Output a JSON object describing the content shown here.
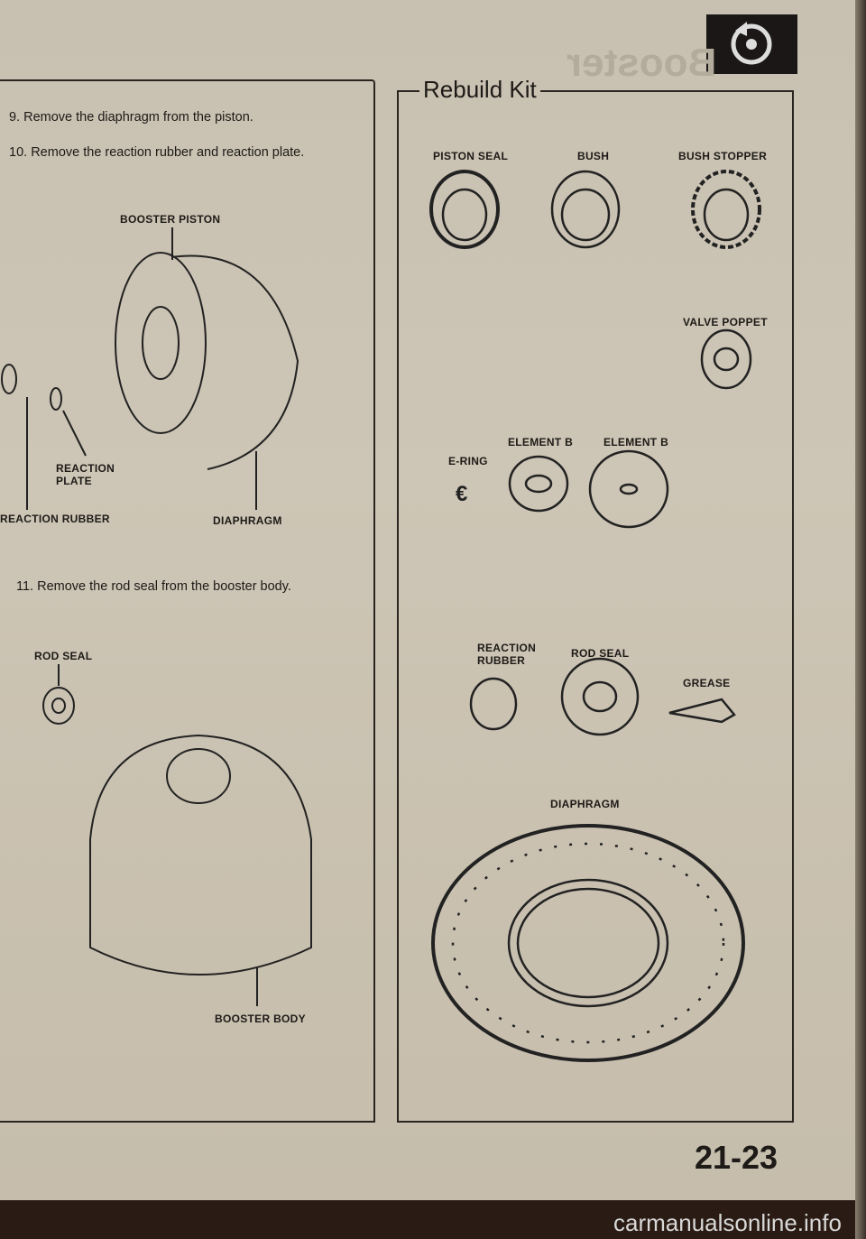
{
  "header": {
    "section_icon": "brake-disc-icon",
    "ghost_title": "Booster"
  },
  "left": {
    "steps": [
      {
        "num": "9.",
        "text": "Remove the diaphragm from the piston."
      },
      {
        "num": "10.",
        "text": "Remove the reaction rubber and reaction plate."
      },
      {
        "num": "11.",
        "text": "Remove the rod seal from the booster body."
      }
    ],
    "labels": {
      "booster_piston": "BOOSTER PISTON",
      "reaction_plate": "REACTION PLATE",
      "reaction_rubber": "REACTION RUBBER",
      "diaphragm": "DIAPHRAGM",
      "rod_seal": "ROD SEAL",
      "booster_body": "BOOSTER BODY"
    }
  },
  "right": {
    "title": "Rebuild Kit",
    "parts": {
      "piston_seal": "PISTON SEAL",
      "bush": "BUSH",
      "bush_stopper": "BUSH STOPPER",
      "valve_poppet": "VALVE POPPET",
      "e_ring": "E-RING",
      "element_b_1": "ELEMENT B",
      "element_b_2": "ELEMENT B",
      "reaction_rubber": "REACTION RUBBER",
      "rod_seal": "ROD SEAL",
      "grease": "GREASE",
      "diaphragm": "DIAPHRAGM"
    }
  },
  "footer": {
    "page_number": "21-23",
    "watermark": "carmanualsonline.info"
  }
}
